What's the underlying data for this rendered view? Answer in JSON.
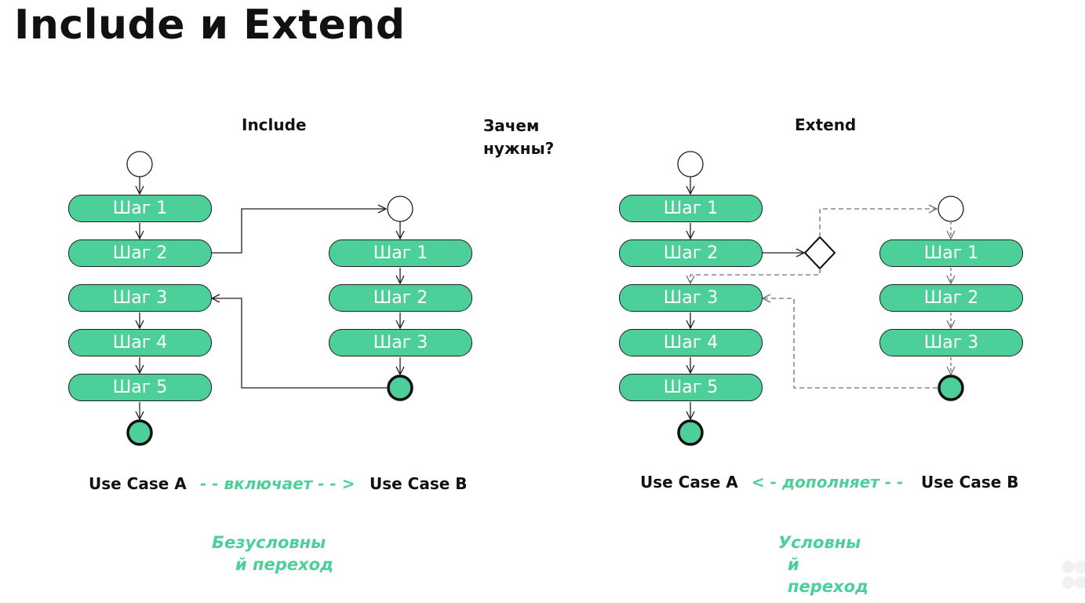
{
  "slide": {
    "title": "Include и Extend",
    "question": [
      "Зачем",
      "нужны?"
    ]
  },
  "include": {
    "heading": "Include",
    "case_a": {
      "steps": [
        "Шаг 1",
        "Шаг 2",
        "Шаг 3",
        "Шаг 4",
        "Шаг 5"
      ]
    },
    "case_b": {
      "steps": [
        "Шаг 1",
        "Шаг 2",
        "Шаг 3"
      ]
    },
    "use_case_a": "Use Case A",
    "relation": "- - включает - - >",
    "use_case_b": "Use Case B",
    "transition": [
      "Безусловны",
      "й  переход"
    ]
  },
  "extend": {
    "heading": "Extend",
    "case_a": {
      "steps": [
        "Шаг 1",
        "Шаг 2",
        "Шаг 3",
        "Шаг 4",
        "Шаг 5"
      ]
    },
    "case_b": {
      "steps": [
        "Шаг 1",
        "Шаг 2",
        "Шаг 3"
      ]
    },
    "use_case_a": "Use Case A",
    "relation": "< - дополняет - -",
    "use_case_b": "Use Case B",
    "transition": [
      "Условны",
      "й",
      "переход"
    ]
  },
  "colors": {
    "step_fill": "#4ccf98",
    "accent_text": "#4ccf98",
    "line": "#1f1f1f",
    "dashed_line": "#707070"
  }
}
